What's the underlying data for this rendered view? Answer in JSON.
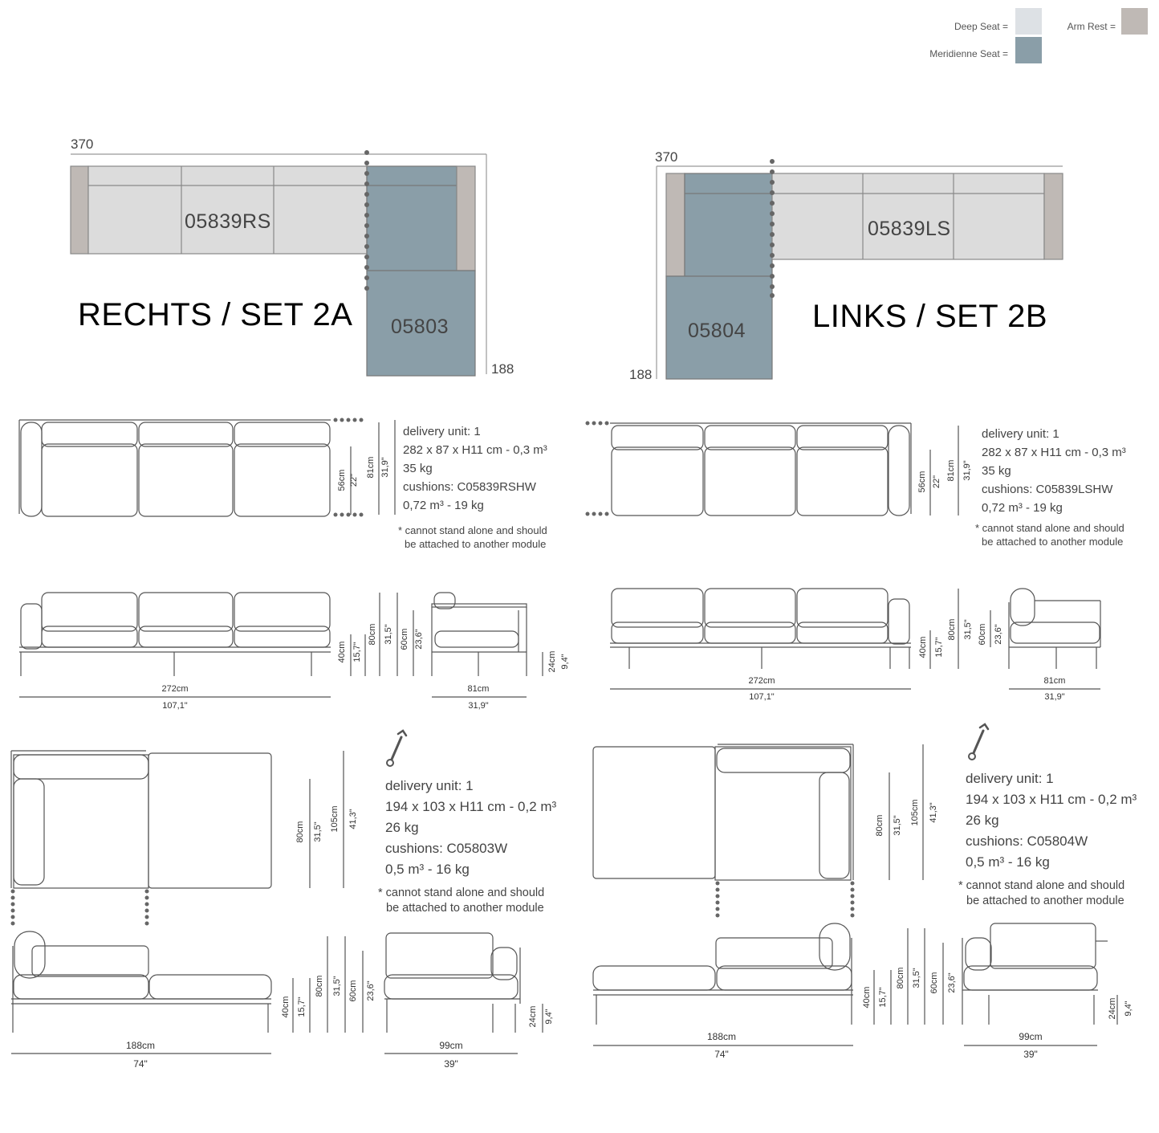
{
  "colors": {
    "deep_seat": "#dde1e5",
    "meridienne_seat": "#8a9ea8",
    "arm_rest": "#bfb9b5",
    "sofa_seat_light": "#dcdcdc"
  },
  "legend": {
    "deep_seat_label": "Deep Seat =",
    "meridienne_seat_label": "Meridienne Seat =",
    "arm_rest_label": "Arm Rest ="
  },
  "set_right": {
    "title": "RECHTS / SET 2A",
    "width_dim": "370",
    "depth_dim": "188",
    "sofa_code": "05839RS",
    "meridienne_code": "05803"
  },
  "set_left": {
    "title": "LINKS / SET 2B",
    "width_dim": "370",
    "depth_dim": "188",
    "sofa_code": "05839LS",
    "meridienne_code": "05804"
  },
  "sofa_right": {
    "info_lines": [
      "delivery unit: 1",
      "282 x 87 x H11 cm - 0,3 m³",
      "35 kg",
      "cushions: C05839RSHW",
      "0,72 m³ - 19 kg"
    ],
    "note_lines": [
      "* cannot stand alone and should",
      "be attached to another module"
    ],
    "top_dims": [
      "56cm",
      "22\"",
      "81cm",
      "31,9\""
    ],
    "front_dims": [
      "40cm",
      "15,7\"",
      "80cm",
      "31,5\"",
      "60cm",
      "23,6\""
    ],
    "side_dims": [
      "24cm",
      "9,4\""
    ],
    "width_cm": "272cm",
    "width_in": "107,1\"",
    "side_cm": "81cm",
    "side_in": "31,9\""
  },
  "sofa_left": {
    "info_lines": [
      "delivery unit: 1",
      "282 x 87 x H11 cm - 0,3 m³",
      "35 kg",
      "cushions: C05839LSHW",
      "0,72 m³ - 19 kg"
    ],
    "note_lines": [
      "* cannot stand alone and should",
      "be attached to another module"
    ],
    "top_dims": [
      "56cm",
      "22\"",
      "81cm",
      "31,9\""
    ],
    "front_dims": [
      "40cm",
      "15,7\"",
      "80cm",
      "31,5\"",
      "60cm",
      "23,6\""
    ],
    "width_cm": "272cm",
    "width_in": "107,1\"",
    "side_cm": "81cm",
    "side_in": "31,9\""
  },
  "mer_right": {
    "info_lines": [
      "delivery unit: 1",
      "194 x 103 x H11 cm - 0,2 m³",
      "26 kg",
      "cushions: C05803W",
      "0,5 m³ - 16 kg"
    ],
    "note_lines": [
      "* cannot stand alone and should",
      "be attached to another module"
    ],
    "top_dims": [
      "80cm",
      "31,5\"",
      "105cm",
      "41,3\""
    ],
    "front_dims": [
      "40cm",
      "15,7\"",
      "80cm",
      "31,5\"",
      "60cm",
      "23,6\""
    ],
    "side_dims": [
      "24cm",
      "9,4\""
    ],
    "width_cm": "188cm",
    "width_in": "74\"",
    "side_cm": "99cm",
    "side_in": "39\""
  },
  "mer_left": {
    "info_lines": [
      "delivery unit: 1",
      "194 x 103 x H11 cm - 0,2 m³",
      "26 kg",
      "cushions: C05804W",
      "0,5 m³ - 16 kg"
    ],
    "note_lines": [
      "* cannot stand alone and should",
      "be attached to another module"
    ],
    "top_dims": [
      "80cm",
      "31,5\"",
      "105cm",
      "41,3\""
    ],
    "front_dims": [
      "40cm",
      "15,7\"",
      "80cm",
      "31,5\"",
      "60cm",
      "23,6\""
    ],
    "side_dims": [
      "24cm",
      "9,4\""
    ],
    "width_cm": "188cm",
    "width_in": "74\"",
    "side_cm": "99cm",
    "side_in": "39\""
  }
}
